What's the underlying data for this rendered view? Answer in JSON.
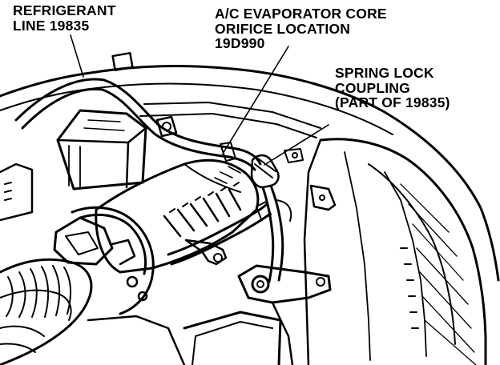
{
  "callouts": {
    "refrigerant_line": {
      "lines": [
        "REFRIGERANT",
        "LINE 19835"
      ]
    },
    "evaporator_orifice": {
      "lines": [
        "A/C EVAPORATOR CORE",
        "ORIFICE LOCATION",
        "19D990"
      ]
    },
    "spring_lock_coupling": {
      "lines": [
        "SPRING LOCK",
        "COUPLING",
        "(PART OF 19835)"
      ]
    }
  },
  "colors": {
    "ink": "#000000",
    "paper": "#ffffff"
  }
}
